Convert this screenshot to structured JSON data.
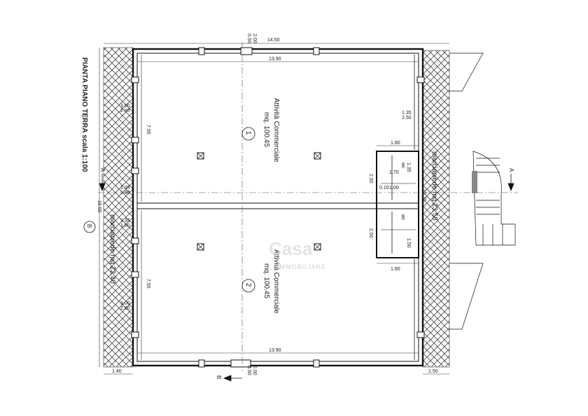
{
  "title": "PIANTA PIANO TERRA scala 1:100",
  "section_mark_a": "A",
  "section_mark_b": "B",
  "grid_label": "B",
  "dimensions": {
    "total_width": "14.50",
    "inner_width": "13.90",
    "depth": "16.00",
    "unit_depth": "7.55",
    "left_margin": "1.40",
    "right_margin": "1.50",
    "door_width": "2.00",
    "door_height": "0.50",
    "opening_w": "3.00",
    "opening_h": "2.80",
    "window_w": "1.35",
    "window_h": "1.80",
    "right_window_w": "1.35",
    "right_window_h": "2.50",
    "wc_width": "1.80",
    "wc_inner": "1.70",
    "wc_sep": "1.00",
    "wc_small": "0.10",
    "wc_depth": "2.50",
    "wc_h2": "1.35",
    "wc_h3": "1.50",
    "stair_w": "15.70"
  },
  "units": [
    {
      "number": "1",
      "name": "Attività Commerciale",
      "area": "mq. 100.45"
    },
    {
      "number": "2",
      "name": "Attività Commerciale",
      "area": "mq. 100.45"
    }
  ],
  "wc_label": "wc",
  "sidewalk_left": "marciapiede mq 22.40",
  "sidewalk_right": "marciapiede mq 23.55",
  "watermark": {
    "line1": "Casa",
    "line2": "IMMOBILIARE"
  }
}
